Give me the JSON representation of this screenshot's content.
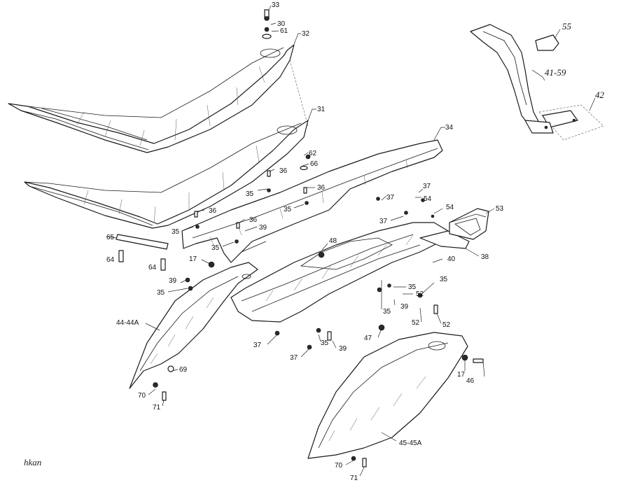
{
  "diagram": {
    "labels": {
      "p33": "33",
      "p30": "30",
      "p61": "61",
      "p32": "32",
      "p31": "31",
      "p62": "62",
      "p66": "66",
      "p36a": "36",
      "p36b": "36",
      "p36c": "36",
      "p36d": "36",
      "p35a": "35",
      "p35b": "35",
      "p35c": "35",
      "p35d": "35",
      "p35e": "35",
      "p35f": "35",
      "p35g": "35",
      "p35h": "35",
      "p35i": "35",
      "p34": "34",
      "p37a": "37",
      "p37b": "37",
      "p37c": "37",
      "p37d": "37",
      "p37e": "37",
      "p54a": "54",
      "p54b": "54",
      "p53": "53",
      "p38": "38",
      "p40": "40",
      "p65": "65",
      "p64a": "64",
      "p64b": "64",
      "p17a": "17",
      "p17b": "17",
      "p39a": "39",
      "p39b": "39",
      "p39c": "39",
      "p39d": "39",
      "p48": "48",
      "p52a": "52",
      "p52b": "52",
      "p52c": "52",
      "p44": "44-44A",
      "p69": "69",
      "p70a": "70",
      "p70b": "70",
      "p71a": "71",
      "p71b": "71",
      "p47": "47",
      "p46": "46",
      "p45": "45-45A",
      "p55": "55",
      "p4159": "41-59",
      "p42": "42"
    },
    "watermark": "hkan"
  }
}
